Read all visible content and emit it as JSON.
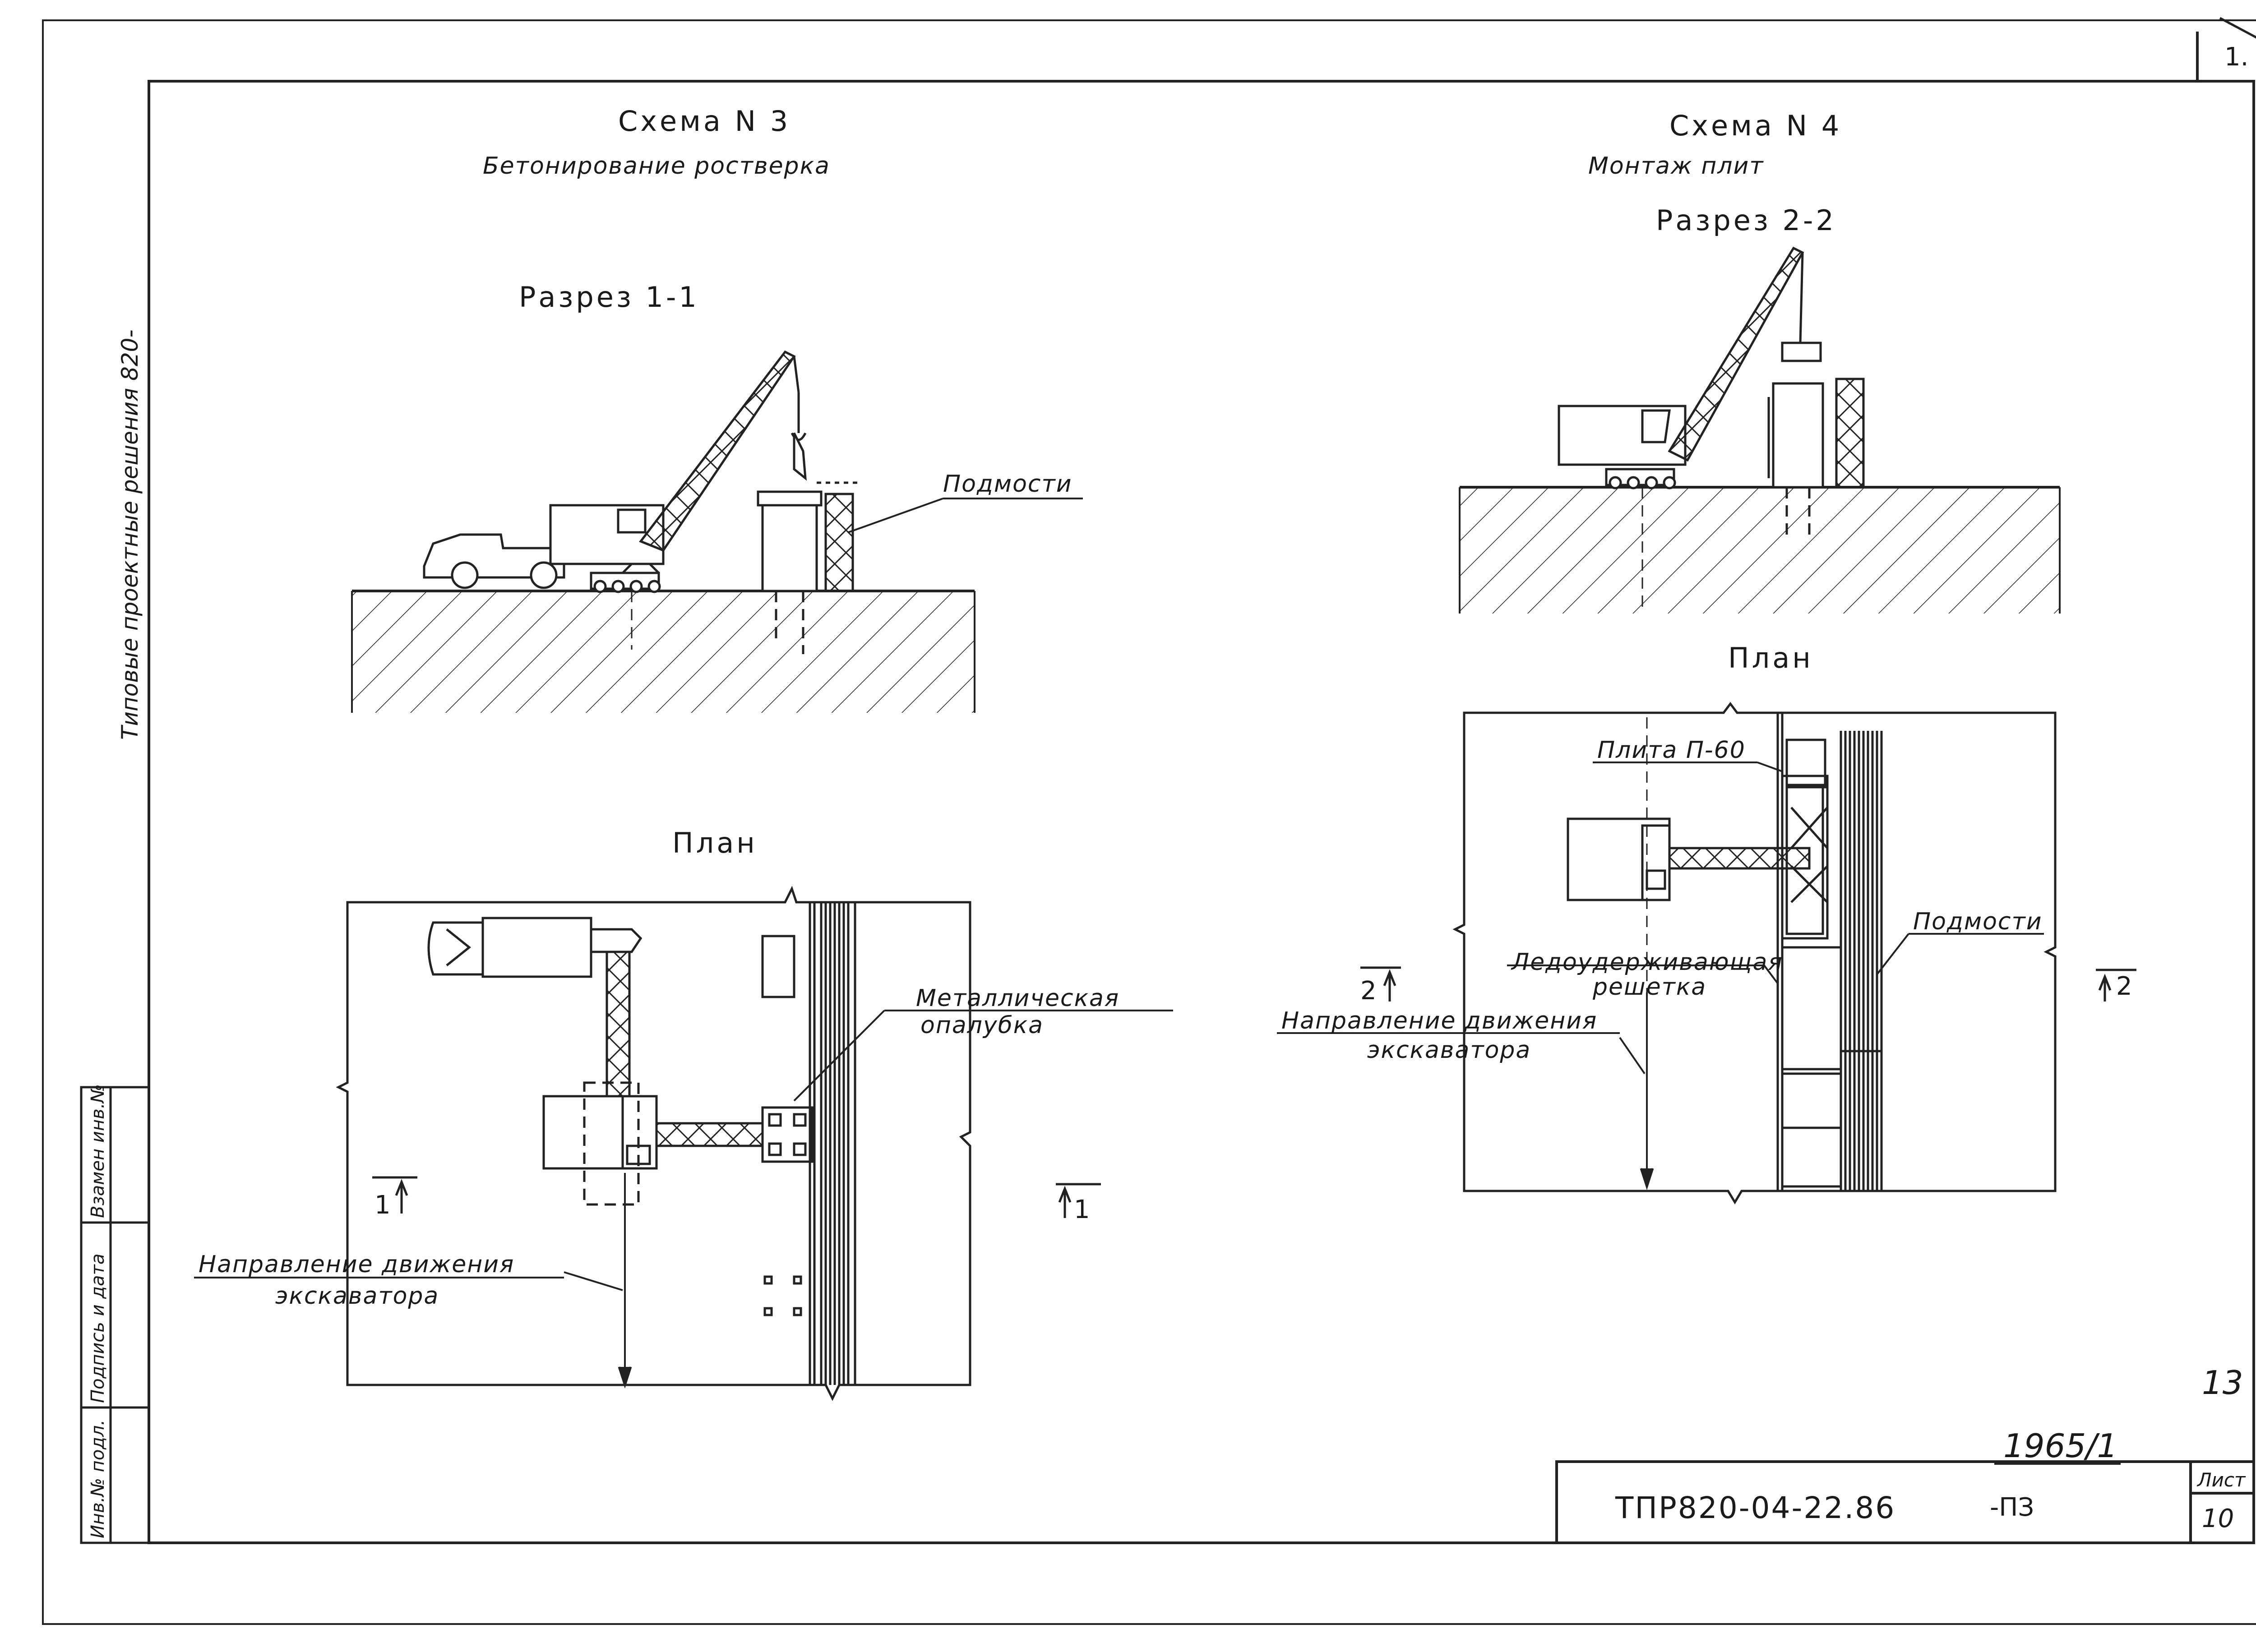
{
  "corner_mark": "1.",
  "side_title": "Типовые проектные решения 820-",
  "stamp": {
    "col1": "Инв.№ подл.",
    "col2": "Подпись и дата",
    "col3": "Взамен инв.№"
  },
  "scheme3": {
    "title": "Схема N 3",
    "subtitle": "Бетонирование ростверка",
    "section_title": "Разрез 1-1",
    "label_scaffold": "Подмости",
    "plan_title": "План",
    "label_formwork_1": "Металлическая",
    "label_formwork_2": "опалубка",
    "label_dir_1": "Направление движения",
    "label_dir_2": "экскаватора",
    "mark_left": "1",
    "mark_right": "1"
  },
  "scheme4": {
    "title": "Схема N 4",
    "subtitle": "Монтаж плит",
    "section_title": "Разрез 2-2",
    "plan_title": "План",
    "label_slab": "Плита П-60",
    "label_grate_1": "Ледоудерживающая",
    "label_grate_2": "решетка",
    "label_scaffold": "Подмости",
    "label_dir_1": "Направление движения",
    "label_dir_2": "экскаватора",
    "mark_left": "2",
    "mark_right": "2"
  },
  "page_number": "13",
  "album_number": "1965/1",
  "title_block": {
    "doc_code": "ТПР820-04-22.86",
    "doc_suffix": "-ПЗ",
    "sheet_label": "Лист",
    "sheet_number": "10"
  }
}
